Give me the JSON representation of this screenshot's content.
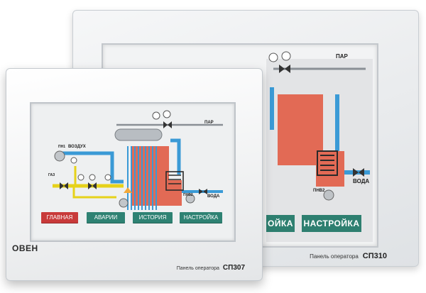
{
  "brand_logo": "ОВЕН",
  "back_panel": {
    "caption": "Панель оператора",
    "model": "СП310",
    "screen": {
      "steam_label": "ПАР",
      "water_label": "ВОДА",
      "pump_label": "ПНВ2",
      "visible_buttons": [
        "ОЙКА",
        "НАСТРОЙКА"
      ]
    }
  },
  "front_panel": {
    "caption": "Панель оператора",
    "model": "СП307",
    "screen": {
      "steam_label": "ПАР",
      "air_label": "ВОЗДУХ",
      "gas_label": "ГАЗ",
      "water_label": "ВОДА",
      "pump_label": "ПНВ2",
      "air_pump_label": "ПН1",
      "buttons": [
        {
          "label": "ГЛАВНАЯ",
          "active": true
        },
        {
          "label": "АВАРИИ",
          "active": false
        },
        {
          "label": "ИСТОРИЯ",
          "active": false
        },
        {
          "label": "НАСТРОЙКА",
          "active": false
        }
      ]
    }
  },
  "colors": {
    "active_button": "#c83a3a",
    "nav_button": "#2e8273",
    "water_pipe": "#3a9ad6",
    "gas_pipe": "#e6d21a",
    "heat": "#e06c55"
  }
}
